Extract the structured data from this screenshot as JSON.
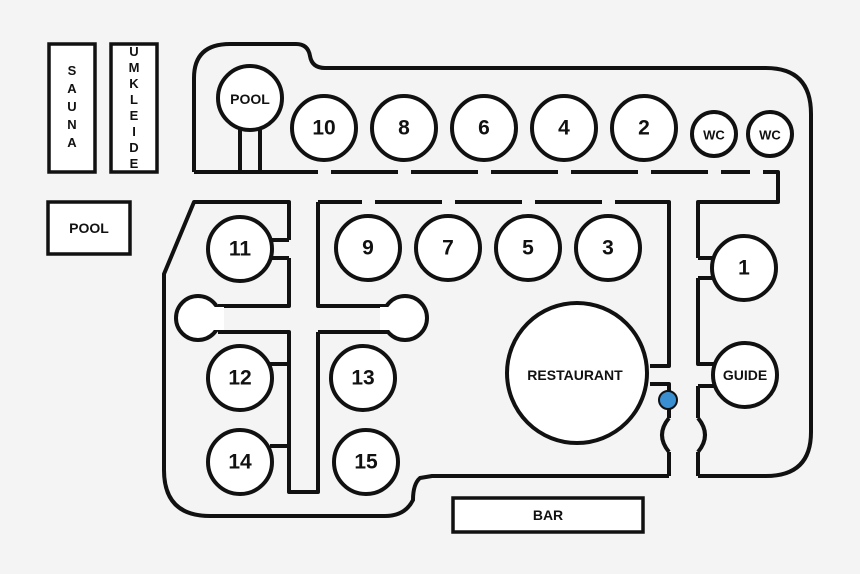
{
  "facilities": {
    "sauna": "SAUNA",
    "umkleide": "UMKLEIDE",
    "outer_pool": "POOL",
    "inner_pool": "POOL",
    "wc_left": "WC",
    "wc_right": "WC",
    "restaurant": "RESTAURANT",
    "guide": "GUIDE",
    "bar": "BAR"
  },
  "rooms": {
    "r1": "1",
    "r2": "2",
    "r3": "3",
    "r4": "4",
    "r5": "5",
    "r6": "6",
    "r7": "7",
    "r8": "8",
    "r9": "9",
    "r10": "10",
    "r11": "11",
    "r12": "12",
    "r13": "13",
    "r14": "14",
    "r15": "15"
  },
  "colors": {
    "line": "#111111",
    "background": "#f4f4f4",
    "room_fill": "#ffffff",
    "location_marker": "#3a8fd0"
  }
}
